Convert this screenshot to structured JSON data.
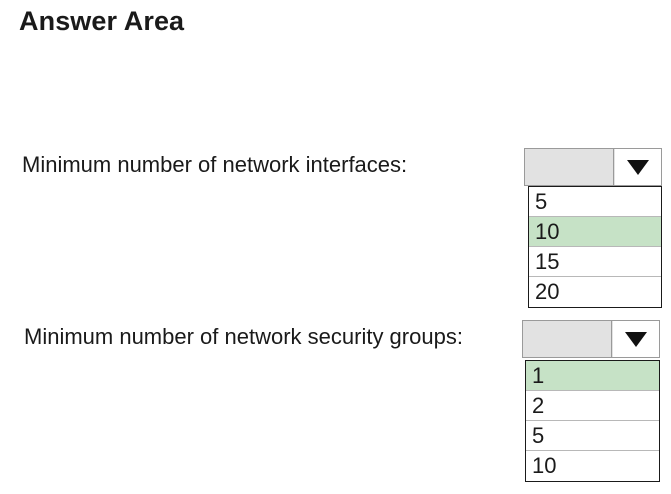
{
  "header": {
    "title": "Answer Area"
  },
  "questions": [
    {
      "label": "Minimum number of network interfaces:",
      "options": [
        "5",
        "10",
        "15",
        "20"
      ],
      "selected_index": 1
    },
    {
      "label": "Minimum number of network security groups:",
      "options": [
        "1",
        "2",
        "5",
        "10"
      ],
      "selected_index": 0
    }
  ],
  "colors": {
    "selected_highlight": "#c6e2c6",
    "dropdown_field": "#e2e2e2"
  },
  "icons": {
    "dropdown_arrow": "triangle-down-icon"
  }
}
